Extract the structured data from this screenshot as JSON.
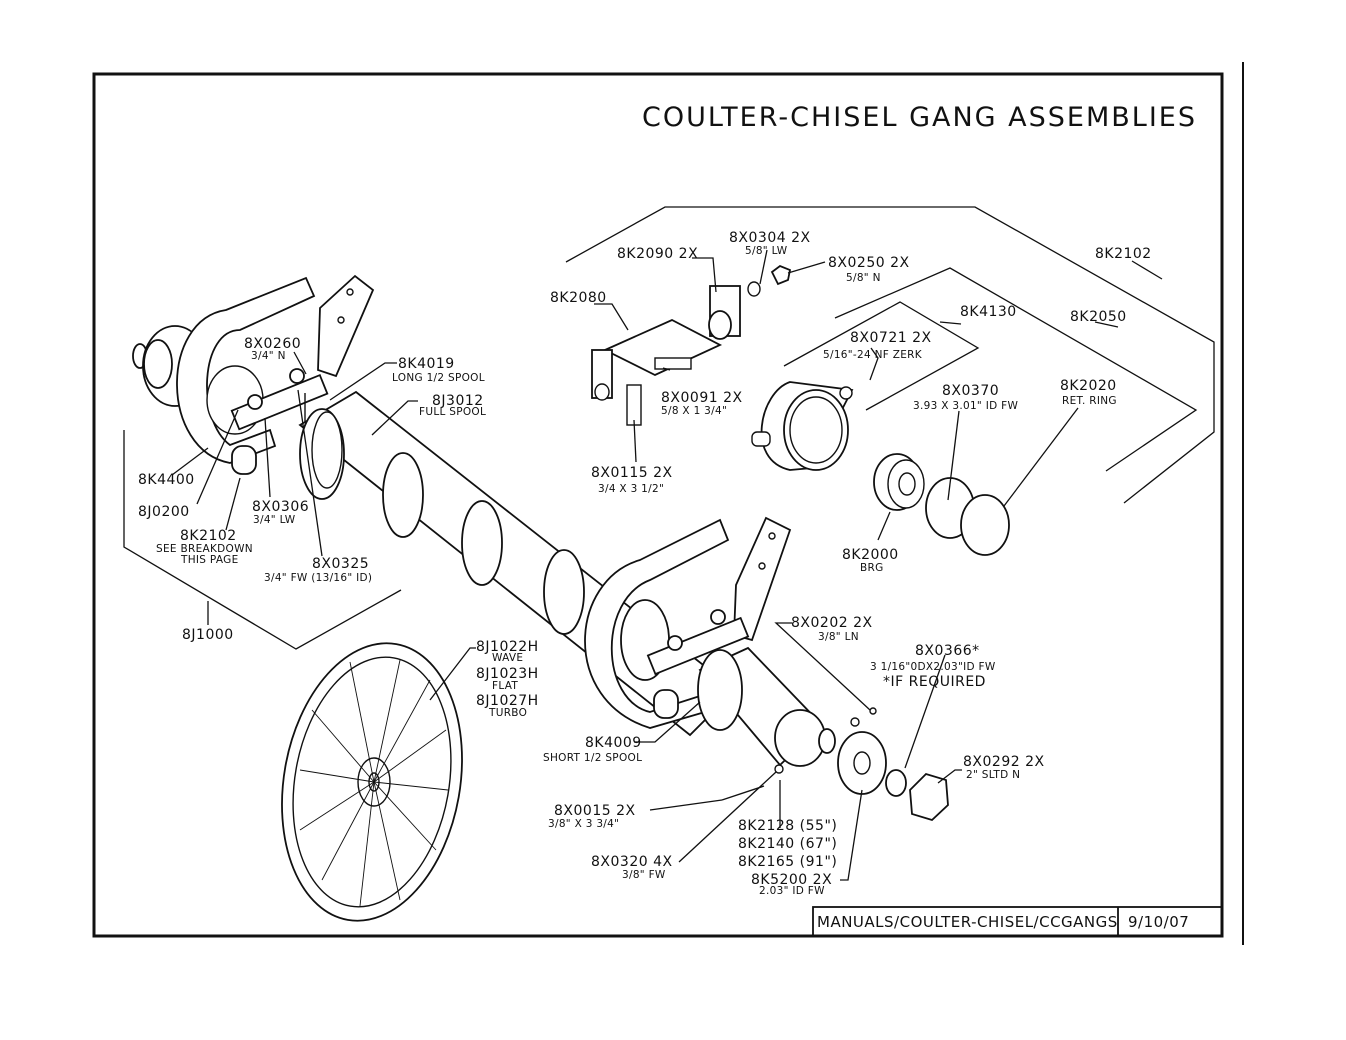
{
  "title": "COULTER-CHISEL GANG ASSEMBLIES",
  "footer": {
    "path": "MANUALS/COULTER-CHISEL/CCGANGS",
    "date": "9/10/07"
  },
  "callouts": {
    "c8K2090": {
      "part": "8K2090 2X"
    },
    "c8X0304": {
      "part": "8X0304 2X",
      "desc": "5/8\" LW"
    },
    "c8X0250": {
      "part": "8X0250 2X",
      "desc": "5/8\" N"
    },
    "c8K2102_top": {
      "part": "8K2102"
    },
    "c8K2080": {
      "part": "8K2080"
    },
    "c8K4130": {
      "part": "8K4130"
    },
    "c8K2050": {
      "part": "8K2050"
    },
    "c8X0721": {
      "part": "8X0721 2X",
      "desc": "5/16\"-24 NF ZERK"
    },
    "c8X0260": {
      "part": "8X0260",
      "desc": "3/4\" N"
    },
    "c8K4019": {
      "part": "8K4019",
      "desc": "LONG 1/2 SPOOL"
    },
    "c8J3012": {
      "part": "8J3012",
      "desc": "FULL SPOOL"
    },
    "c8X0091": {
      "part": "8X0091 2X",
      "desc": "5/8 X 1 3/4\""
    },
    "c8X0370": {
      "part": "8X0370",
      "desc": "3.93 X 3.01\" ID FW"
    },
    "c8K2020": {
      "part": "8K2020",
      "desc": "RET. RING"
    },
    "c8X0115": {
      "part": "8X0115 2X",
      "desc": "3/4 X 3 1/2\""
    },
    "c8K4400": {
      "part": "8K4400"
    },
    "c8J0200": {
      "part": "8J0200"
    },
    "c8X0306": {
      "part": "8X0306",
      "desc": "3/4\" LW"
    },
    "c8K2102_left": {
      "part": "8K2102",
      "desc": "SEE BREAKDOWN",
      "desc2": "THIS PAGE"
    },
    "c8X0325": {
      "part": "8X0325",
      "desc": "3/4\" FW (13/16\" ID)"
    },
    "c8K2000": {
      "part": "8K2000",
      "desc": "BRG"
    },
    "c8J1000": {
      "part": "8J1000"
    },
    "c8X0202": {
      "part": "8X0202 2X",
      "desc": "3/8\" LN"
    },
    "c8X0366": {
      "part": "8X0366*",
      "desc": "3 1/16\"0DX2.03\"ID FW",
      "desc2": "*IF REQUIRED"
    },
    "c8J1022H": {
      "part": "8J1022H",
      "desc": "WAVE"
    },
    "c8J1023H": {
      "part": "8J1023H",
      "desc": "FLAT"
    },
    "c8J1027H": {
      "part": "8J1027H",
      "desc": "TURBO"
    },
    "c8K4009": {
      "part": "8K4009",
      "desc": "SHORT 1/2 SPOOL"
    },
    "c8X0292": {
      "part": "8X0292 2X",
      "desc": "2\" SLTD N"
    },
    "c8X0015": {
      "part": "8X0015 2X",
      "desc": "3/8\" X 3 3/4\""
    },
    "c8K2128": {
      "part": "8K2128 (55\")"
    },
    "c8K2140": {
      "part": "8K2140 (67\")"
    },
    "c8K2165": {
      "part": "8K2165 (91\")"
    },
    "c8X0320": {
      "part": "8X0320 4X",
      "desc": "3/8\" FW"
    },
    "c8K5200": {
      "part": "8K5200 2X",
      "desc": "2.03\" ID FW"
    }
  }
}
